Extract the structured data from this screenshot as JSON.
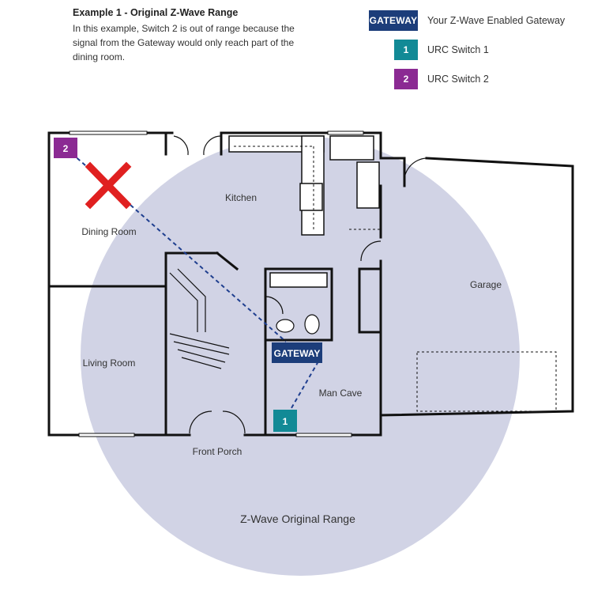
{
  "header": {
    "title": "Example 1 - Original Z-Wave Range",
    "description": "In this example, Switch 2 is out of range because the signal from the Gateway would only reach part of the dining room."
  },
  "legend": {
    "gateway_badge": "GATEWAY",
    "gateway_text": "Your Z-Wave Enabled Gateway",
    "switch1_badge": "1",
    "switch1_text": "URC Switch 1",
    "switch2_badge": "2",
    "switch2_text": "URC Switch 2"
  },
  "rooms": {
    "dining_room": "Dining Room",
    "kitchen": "Kitchen",
    "garage": "Garage",
    "living_room": "Living Room",
    "man_cave": "Man Cave",
    "front_porch": "Front Porch"
  },
  "range_label": "Z-Wave Original Range",
  "markers": {
    "gateway": "GATEWAY",
    "switch1": "1",
    "switch2": "2"
  },
  "colors": {
    "gateway": "#1c3d7a",
    "switch1": "#128a96",
    "switch2": "#8b2a93",
    "range_circle": "#c9cbe0",
    "out_of_range_x": "#e02020",
    "link_line": "#1f3f8f"
  }
}
